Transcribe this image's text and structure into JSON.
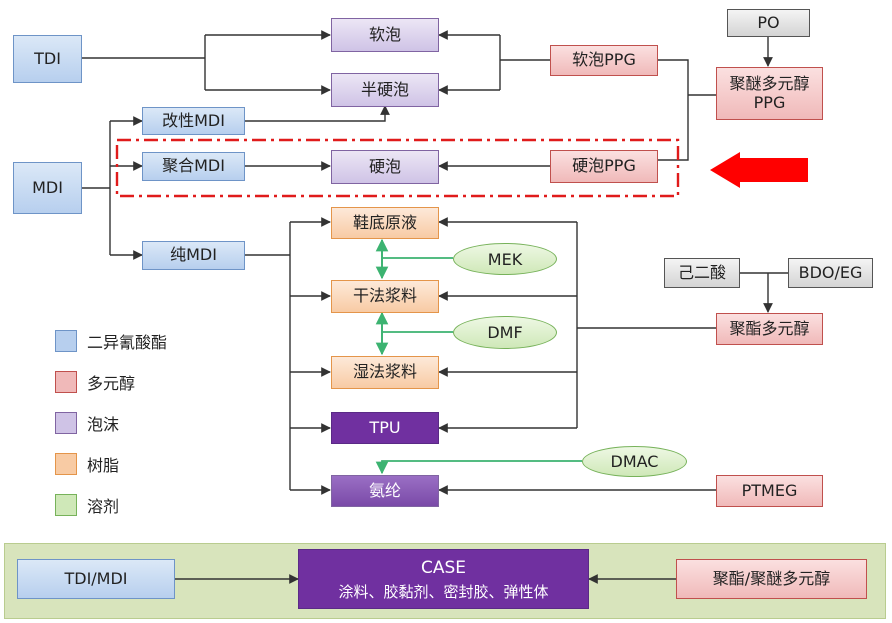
{
  "nodes": {
    "tdi": "TDI",
    "mdi": "MDI",
    "mod_mdi": "改性MDI",
    "poly_mdi": "聚合MDI",
    "pure_mdi": "纯MDI",
    "soft_foam": "软泡",
    "semi_rigid_foam": "半硬泡",
    "rigid_foam": "硬泡",
    "soft_ppg": "软泡PPG",
    "rigid_ppg": "硬泡PPG",
    "po": "PO",
    "polyether_line1": "聚醚多元醇",
    "polyether_line2": "PPG",
    "sole_resin": "鞋底原液",
    "dry_slurry": "干法浆料",
    "wet_slurry": "湿法浆料",
    "tpu": "TPU",
    "spandex": "氨纶",
    "mek": "MEK",
    "dmf": "DMF",
    "dmac": "DMAC",
    "adipic": "己二酸",
    "bdo_eg": "BDO/EG",
    "polyester": "聚酯多元醇",
    "ptmeg": "PTMEG"
  },
  "legend": [
    {
      "label": "二异氰酸酯",
      "color": "#b7cfee",
      "border": "#6e94c7"
    },
    {
      "label": "多元醇",
      "color": "#f0b9b9",
      "border": "#c0504d"
    },
    {
      "label": "泡沫",
      "color": "#cfc3e6",
      "border": "#8064a2"
    },
    {
      "label": "树脂",
      "color": "#f8cba4",
      "border": "#e4954a"
    },
    {
      "label": "溶剂",
      "color": "#cfe8b8",
      "border": "#77b25a"
    }
  ],
  "case_band": {
    "left": "TDI/MDI",
    "center_title": "CASE",
    "center_sub": "涂料、胶黏剂、密封胶、弹性体",
    "right": "聚酯/聚醚多元醇"
  }
}
